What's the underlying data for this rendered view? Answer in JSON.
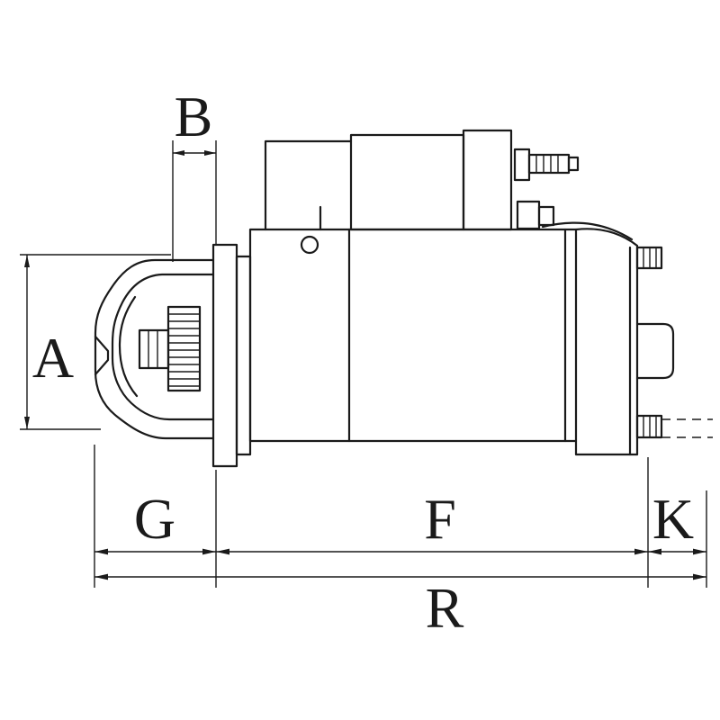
{
  "diagram": {
    "kind": "technical dimensional line drawing",
    "subject": "starter-motor-side-view",
    "line_color": "#1a1a1a",
    "background_color": "#ffffff"
  },
  "labels": {
    "a": "A",
    "b": "B",
    "g": "G",
    "f": "F",
    "k": "K",
    "r": "R"
  }
}
